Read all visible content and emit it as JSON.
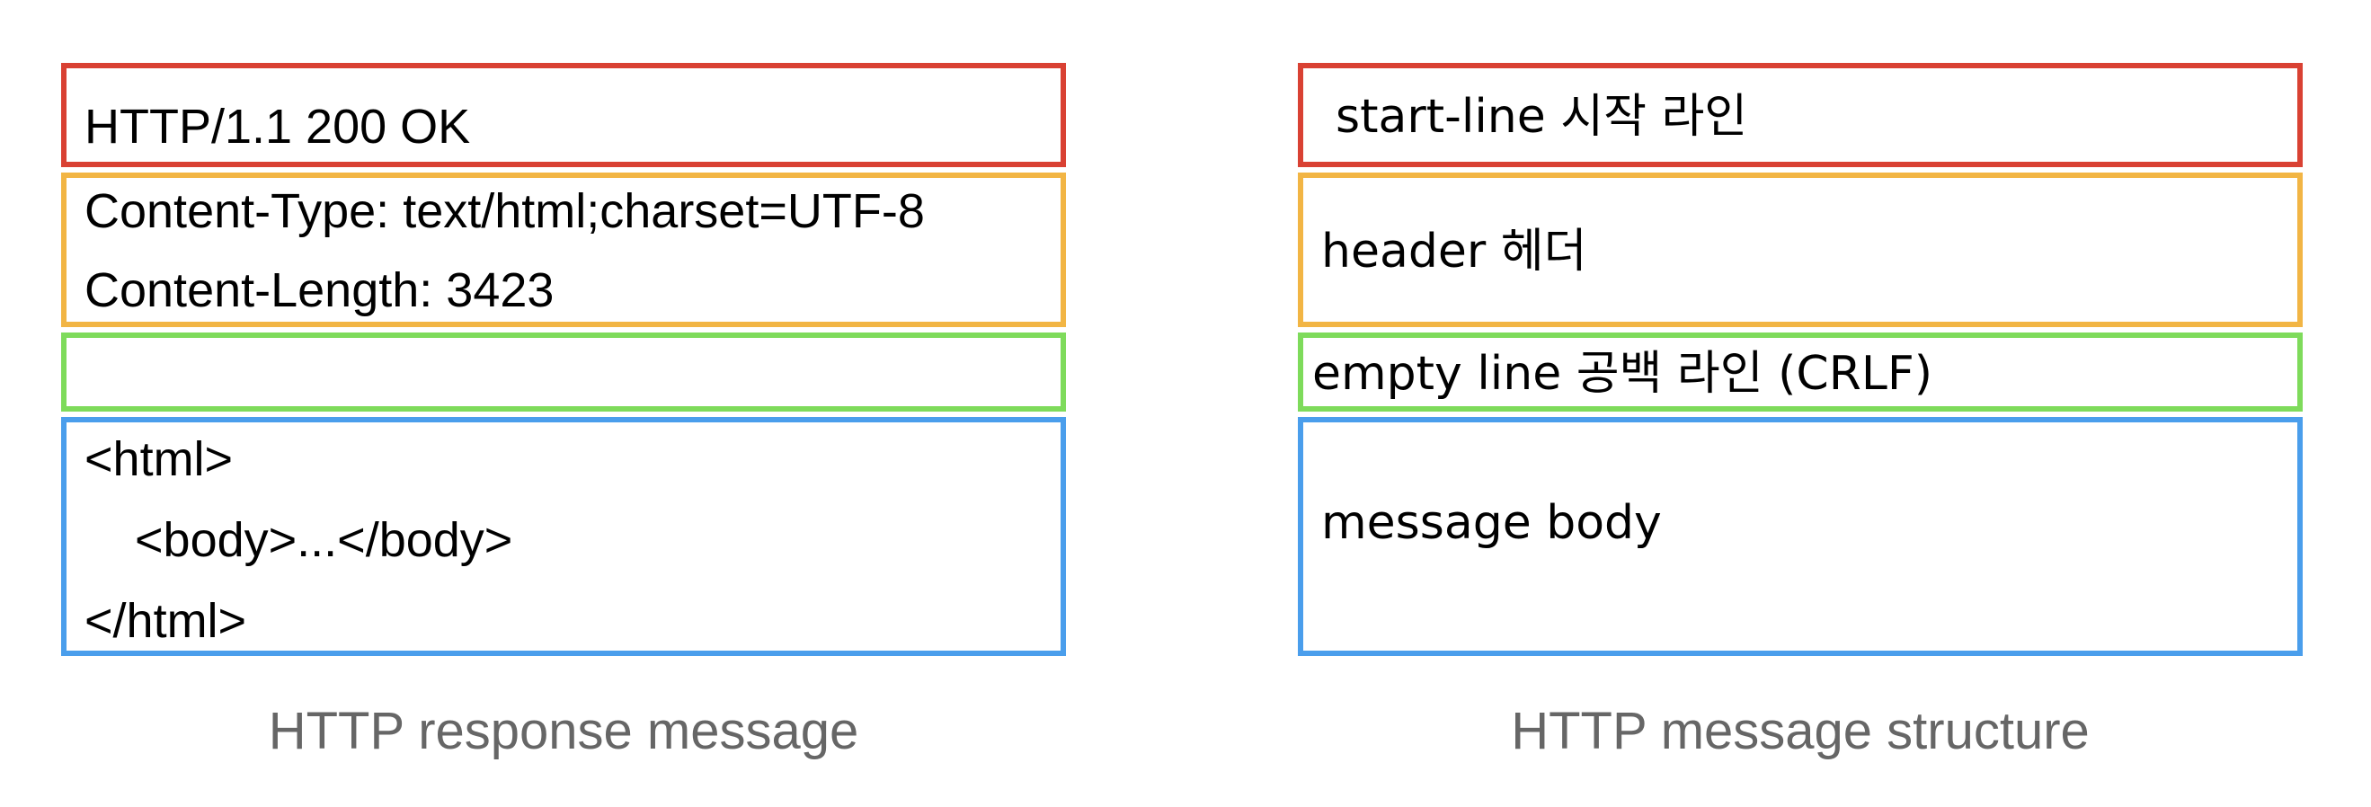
{
  "colors": {
    "start_line": "#d94133",
    "header": "#f2b544",
    "empty_line": "#7edb5b",
    "body": "#4a9eec",
    "caption": "#666666"
  },
  "left": {
    "start_line": [
      "HTTP/1.1 200 OK"
    ],
    "header": [
      "Content-Type: text/html;charset=UTF-8",
      "Content-Length: 3423"
    ],
    "empty_line": [],
    "body": [
      "<html>",
      "   <body>...</body>",
      "</html>"
    ],
    "caption": "HTTP response message"
  },
  "right": {
    "start_line": "start-line 시작 라인",
    "header": "header 헤더",
    "empty_line": "empty line 공백 라인 (CRLF)",
    "body": "message body",
    "caption": "HTTP message structure"
  }
}
